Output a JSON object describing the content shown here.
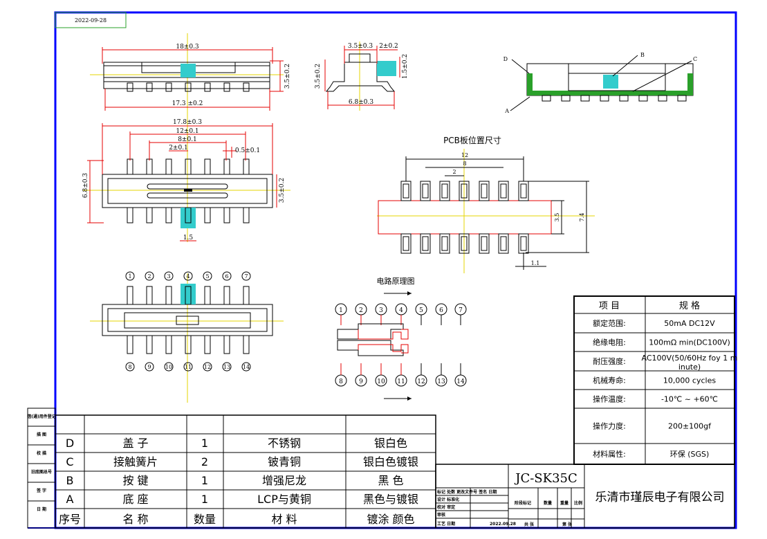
{
  "date": "2022-09-28",
  "views": {
    "front": {
      "dims": [
        "18±0.3",
        "17.3 ±0.2",
        "3.5±0.2"
      ]
    },
    "side": {
      "dims": [
        "3.5±0.3",
        "2±0.2",
        "1.5±0.2",
        "3.5±0.2",
        "6.8±0.3"
      ]
    },
    "top": {
      "dims": [
        "17.8±0.3",
        "12±0.1",
        "8±0.1",
        "2±0.1",
        "0.5±0.1",
        "6.8±0.3",
        "3.5±0.2",
        "1.5"
      ]
    },
    "section": {
      "labels": [
        "A",
        "B",
        "C",
        "D"
      ]
    },
    "pcb": {
      "title": "PCB板位置尺寸",
      "dims": [
        "12",
        "8",
        "2",
        "3.5",
        "7.4",
        "1.1"
      ]
    },
    "pins": {
      "top": [
        "1",
        "2",
        "3",
        "4",
        "5",
        "6",
        "7"
      ],
      "bottom": [
        "8",
        "9",
        "10",
        "11",
        "12",
        "13",
        "14"
      ]
    },
    "circuit": {
      "title": "电路原理图",
      "top": [
        "1",
        "2",
        "3",
        "4",
        "5",
        "6",
        "7"
      ],
      "bottom": [
        "8",
        "9",
        "10",
        "11",
        "12",
        "13",
        "14"
      ]
    }
  },
  "spec_table": {
    "header": [
      "项 目",
      "规 格"
    ],
    "rows": [
      {
        "item": "额定范围:",
        "value": "50mA DC12V"
      },
      {
        "item": "绝缘电阻:",
        "value": "100mΩ min(DC100V)"
      },
      {
        "item": "耐压强度:",
        "value": "AC100V(50/60Hz foy 1 minute)"
      },
      {
        "item": "机械寿命:",
        "value": "10,000 cycles"
      },
      {
        "item": "操作温度:",
        "value": "-10℃ ~ +60℃"
      },
      {
        "item": "操作力度:",
        "value": "200±100gf"
      },
      {
        "item": "材料属性:",
        "value": "环保 (SGS)"
      }
    ]
  },
  "bom": {
    "header": {
      "no": "序号",
      "name": "名 称",
      "qty": "数量",
      "material": "材 料",
      "finish": "镀涂 颜色"
    },
    "rows": [
      {
        "no": "D",
        "name": "盖 子",
        "qty": "1",
        "material": "不锈钢",
        "finish": "银白色"
      },
      {
        "no": "C",
        "name": "接触簧片",
        "qty": "2",
        "material": "铍青铜",
        "finish": "银白色镀银"
      },
      {
        "no": "B",
        "name": "按 键",
        "qty": "1",
        "material": "增强尼龙",
        "finish": "黑 色"
      },
      {
        "no": "A",
        "name": "底 座",
        "qty": "1",
        "material": "LCP与黄铜",
        "finish": "黑色与镀银"
      }
    ]
  },
  "side_labels": [
    "借(通)用件登记",
    "描 图",
    "校 描",
    "旧底图总号",
    "签 字",
    "日 期"
  ],
  "title_block": {
    "part_no": "JC-SK35C",
    "company": "乐清市瑾辰电子有限公司",
    "stage_headers": [
      "阶段标记",
      "数量",
      "重量",
      "比例"
    ],
    "footer": [
      "共 张",
      "第 张"
    ],
    "sign_rows": [
      "标记 处数 更改文件号 签名 日期",
      "设计 标准化",
      "校对 审定",
      "审核",
      "工艺 日期"
    ],
    "sign_date": "2022.09.28"
  },
  "colors": {
    "frame": "#0000ff",
    "red": "#e60000",
    "highlight": "#33cccc",
    "green": "#2aa02a",
    "center": "#e6d600"
  }
}
